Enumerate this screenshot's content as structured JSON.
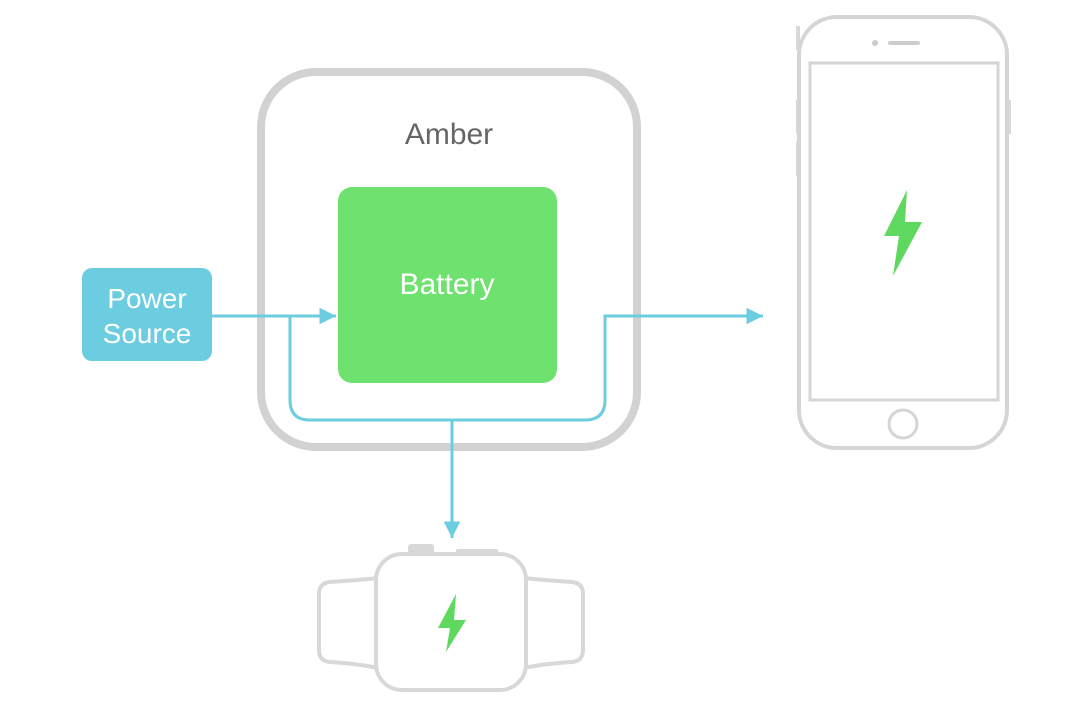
{
  "diagram": {
    "container_label": "Amber",
    "battery_label": "Battery",
    "power_source_label_line1": "Power",
    "power_source_label_line2": "Source",
    "devices": [
      "phone-icon",
      "watch-icon"
    ],
    "icons": [
      "lightning-bolt-icon"
    ]
  },
  "colors": {
    "flow_line": "#6ccde0",
    "power_source": "#6ccde0",
    "battery": "#6ee16e",
    "bolt": "#5fd860",
    "outline": "#d2d2d2",
    "container_text": "#666666"
  }
}
